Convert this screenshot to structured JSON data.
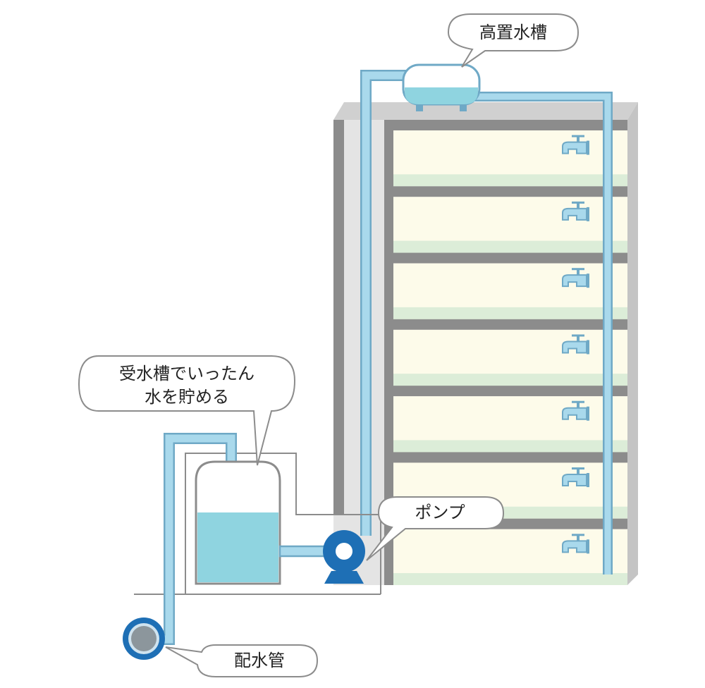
{
  "labels": {
    "elevated_tank": "高置水槽",
    "receiving_tank_line1": "受水槽でいったん",
    "receiving_tank_line2": "水を貯める",
    "pump": "ポンプ",
    "water_main": "配水管"
  },
  "building": {
    "floors": 7,
    "faucets_per_floor": 1
  },
  "colors": {
    "pipe_fill": "#a9d9ec",
    "pipe_outline": "#6fa9c6",
    "water": "#8fd4e0",
    "pump": "#1e6fb5",
    "floor_fill": "#fdfbea",
    "floor_band": "#dcedd8",
    "frame": "#8c8c8c",
    "building_side": "#e4e4e4"
  }
}
